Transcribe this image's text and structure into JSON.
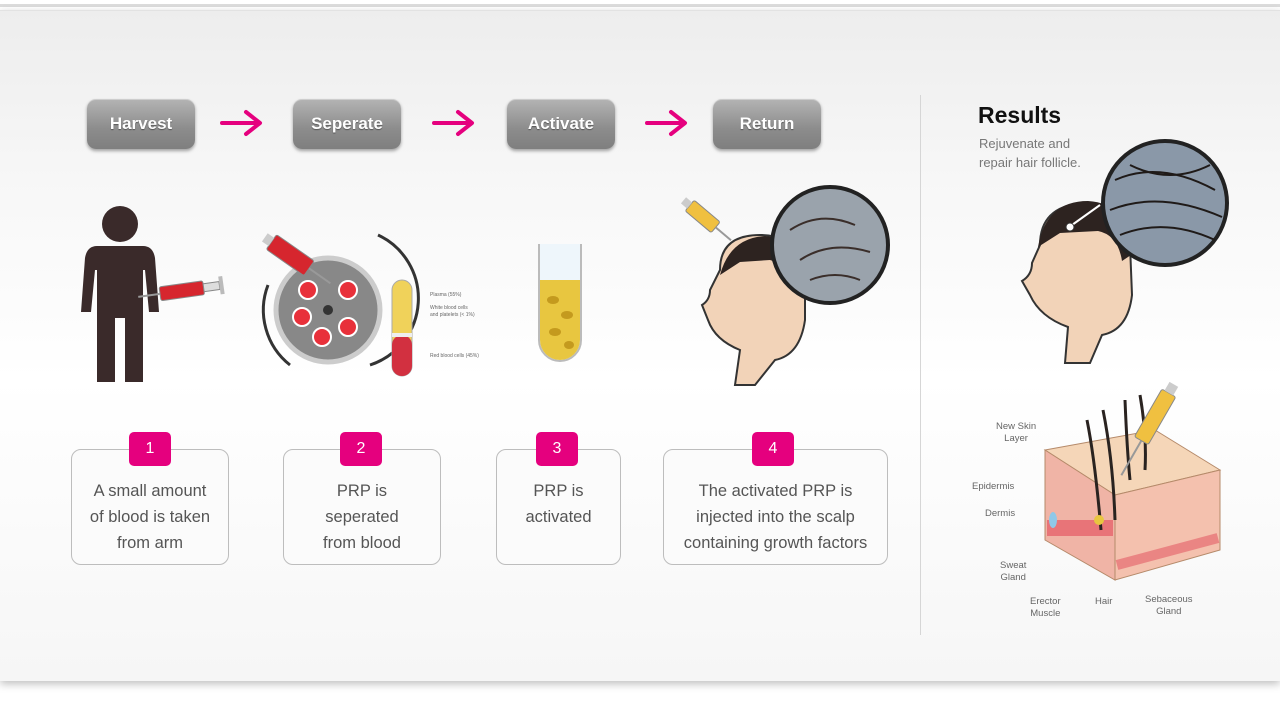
{
  "steps": [
    {
      "label": "Harvest",
      "number": "1",
      "desc_lines": [
        "A small amount",
        "of blood is taken",
        "from arm"
      ]
    },
    {
      "label": "Seperate",
      "number": "2",
      "desc_lines": [
        "PRP is",
        "seperated",
        "from blood"
      ]
    },
    {
      "label": "Activate",
      "number": "3",
      "desc_lines": [
        "PRP is",
        "activated"
      ]
    },
    {
      "label": "Return",
      "number": "4",
      "desc_lines": [
        "The activated PRP is",
        "injected into the scalp",
        "containing growth factors"
      ]
    }
  ],
  "tube_labels": {
    "plasma": "Plasma (55%)",
    "white_cells": "White blood cells",
    "white_cells_2": "and platelets (< 1%)",
    "red_cells": "Red blood cells (45%)"
  },
  "results": {
    "title": "Results",
    "desc": "Rejuvenate and repair hair follicle."
  },
  "skin_labels": {
    "new_skin_1": "New Skin",
    "new_skin_2": "Layer",
    "epidermis": "Epidermis",
    "dermis": "Dermis",
    "sweat_1": "Sweat",
    "sweat_2": "Gland",
    "erector_1": "Erector",
    "erector_2": "Muscle",
    "hair": "Hair",
    "sebaceous_1": "Sebaceous",
    "sebaceous_2": "Gland"
  },
  "colors": {
    "accent": "#e5007e",
    "button": "#8c8c8c"
  }
}
